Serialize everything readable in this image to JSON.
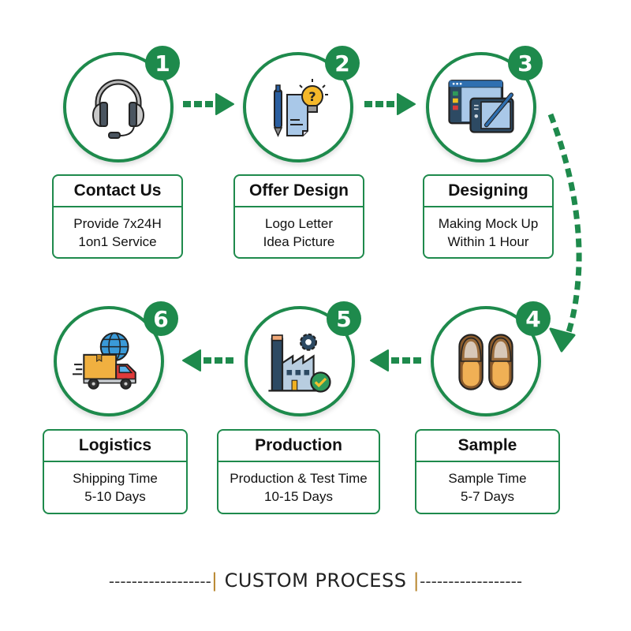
{
  "colors": {
    "accent_green": "#1e8a4c",
    "text": "#111111",
    "background": "#ffffff"
  },
  "steps": [
    {
      "number": "1",
      "title": "Contact Us",
      "line1": "Provide 7x24H",
      "line2": "1on1 Service",
      "icon": "headset-icon"
    },
    {
      "number": "2",
      "title": "Offer Design",
      "line1": "Logo Letter",
      "line2": "Idea Picture",
      "icon": "design-idea-icon"
    },
    {
      "number": "3",
      "title": "Designing",
      "line1": "Making Mock Up",
      "line2": "Within 1 Hour",
      "icon": "drawing-tablet-icon"
    },
    {
      "number": "4",
      "title": "Sample",
      "line1": "Sample Time",
      "line2": "5-7 Days",
      "icon": "slippers-icon"
    },
    {
      "number": "5",
      "title": "Production",
      "line1": "Production & Test Time",
      "line2": "10-15 Days",
      "icon": "factory-icon"
    },
    {
      "number": "6",
      "title": "Logistics",
      "line1": "Shipping Time",
      "line2": "5-10 Days",
      "icon": "delivery-truck-icon"
    }
  ],
  "footer": {
    "left_dashes": "------------------",
    "separator": "|",
    "title": "CUSTOM PROCESS",
    "right_dashes": "------------------"
  }
}
